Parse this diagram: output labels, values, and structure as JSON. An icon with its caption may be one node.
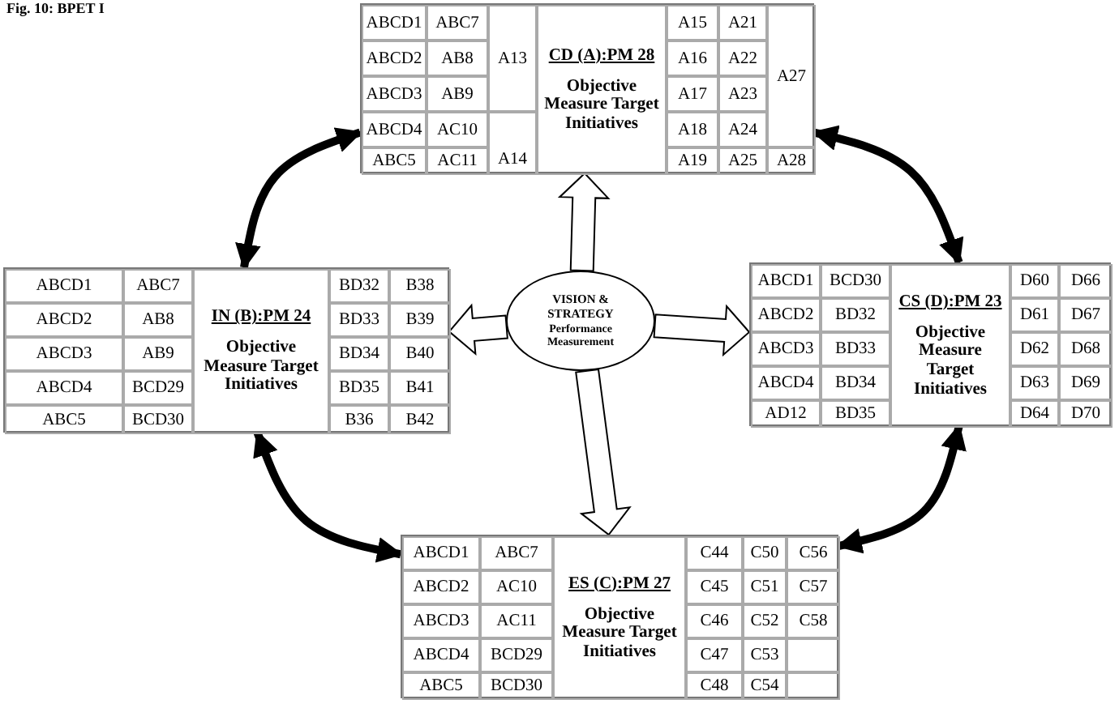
{
  "diagram": {
    "title": "Fig. 10: BPET I",
    "nodes": [
      {
        "text": [
          "CD (A):PM 28",
          "Objective Measure Target Initiatives"
        ]
      },
      {
        "text": [
          "IN (B):PM 24",
          "Objective Measure Target Initiatives"
        ]
      },
      {
        "text": [
          "VISION & STRATEGY",
          "Performance Measurement"
        ]
      },
      {
        "text": [
          "CS (D):PM 23",
          "Objective Measure Target Initiatives"
        ]
      },
      {
        "text": [
          "ES (C):PM 27",
          "Objective Measure Target Initiatives"
        ]
      }
    ],
    "edges": [
      {
        "from": 2,
        "to": 0,
        "arrow": "to"
      },
      {
        "from": 2,
        "to": 1,
        "arrow": "to"
      },
      {
        "from": 2,
        "to": 3,
        "arrow": "to"
      },
      {
        "from": 2,
        "to": 4,
        "arrow": "to"
      },
      {
        "from": 1,
        "to": 0,
        "arrow": "both"
      },
      {
        "from": 0,
        "to": 3,
        "arrow": "both"
      },
      {
        "from": 3,
        "to": 4,
        "arrow": "both"
      },
      {
        "from": 4,
        "to": 1,
        "arrow": "both"
      }
    ],
    "labels": [
      "ABCD1",
      "ABC7",
      "A15",
      "A21",
      "ABCD2",
      "AB8",
      "A13",
      "A16",
      "A22",
      "A27",
      "ABCD3",
      "AB9",
      "A17",
      "A23",
      "ABCD4",
      "AC10",
      "A18",
      "A24",
      "ABC5",
      "AC11",
      "A14",
      "A19",
      "A25",
      "A28",
      "ABCD1",
      "ABC7",
      "BD32",
      "B38",
      "ABCD2",
      "AB8",
      "BD33",
      "B39",
      "ABCD3",
      "AB9",
      "BD34",
      "B40",
      "ABCD4",
      "BCD29",
      "BD35",
      "B41",
      "ABC5",
      "BCD30",
      "B36",
      "B42",
      "ABCD1",
      "BCD30",
      "D60",
      "D66",
      "ABCD2",
      "BD32",
      "D61",
      "D67",
      "ABCD3",
      "BD33",
      "D62",
      "D68",
      "ABCD4",
      "BD34",
      "D63",
      "D69",
      "AD12",
      "BD35",
      "D64",
      "D70",
      "ABCD1",
      "ABC7",
      "C44",
      "C50",
      "C56",
      "ABCD2",
      "AC10",
      "C45",
      "C51",
      "C57",
      "ABCD3",
      "AC11",
      "C46",
      "C52",
      "C58",
      "ABCD4",
      "BCD29",
      "C47",
      "C53",
      "ABC5",
      "BCD30",
      "C48",
      "C54"
    ]
  }
}
